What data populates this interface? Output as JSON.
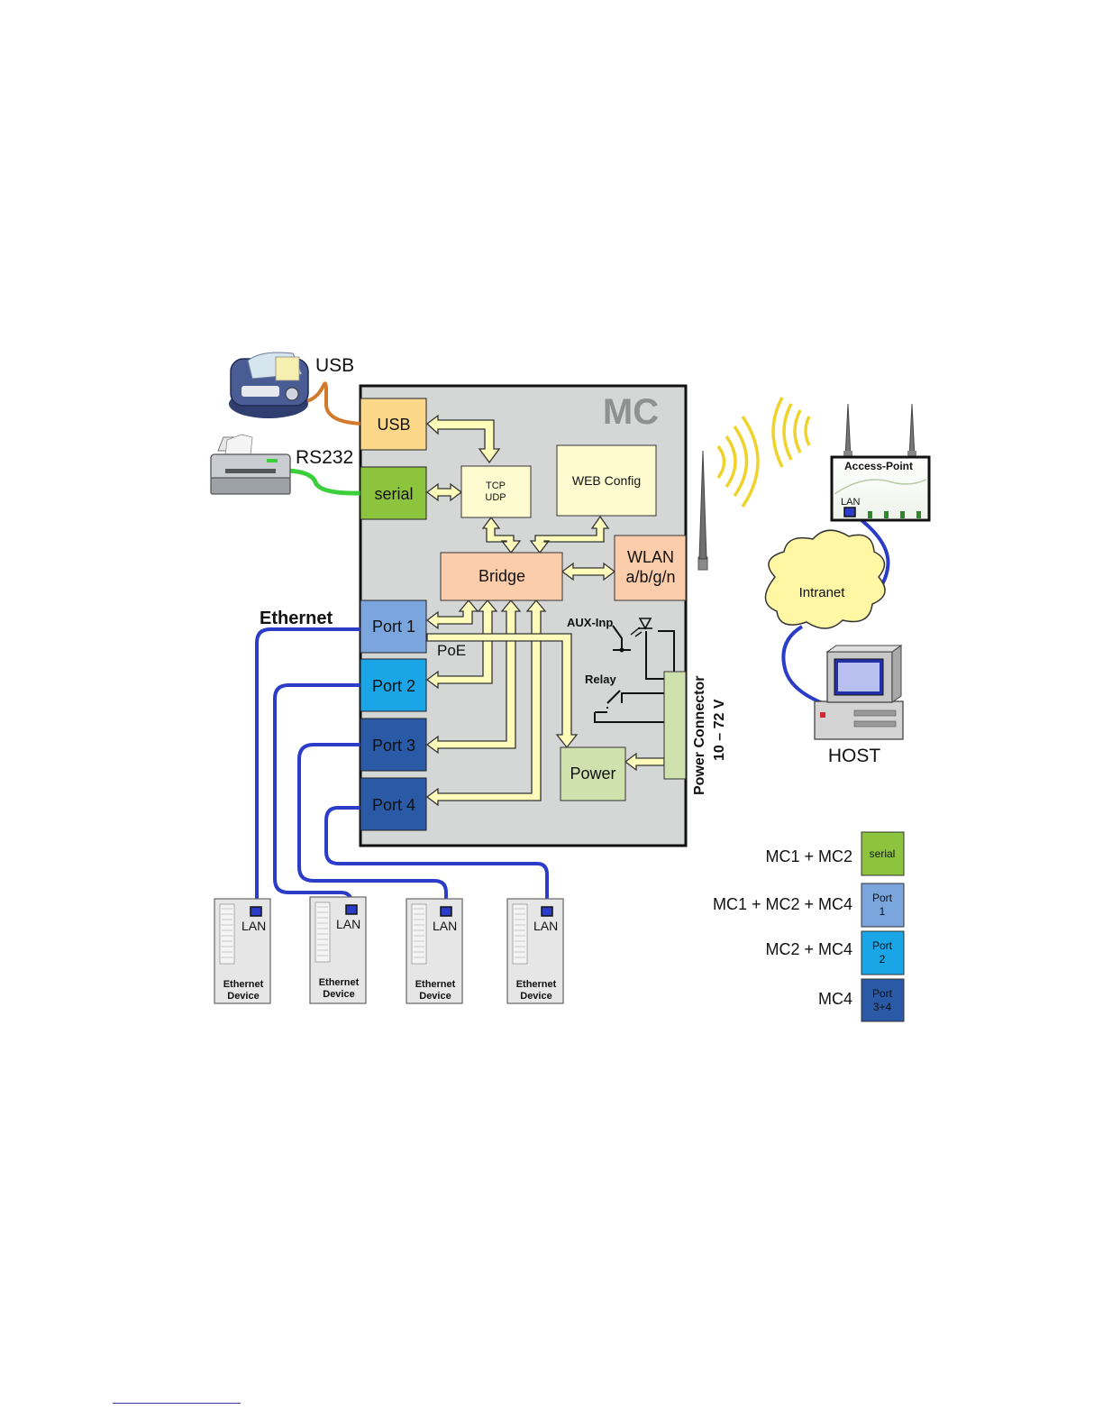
{
  "mc": {
    "title": "MC",
    "usb": "USB",
    "serial": "serial",
    "tcp_udp_line1": "TCP",
    "tcp_udp_line2": "UDP",
    "web_config": "WEB Config",
    "bridge": "Bridge",
    "wlan_line1": "WLAN",
    "wlan_line2": "a/b/g/n",
    "port1": "Port 1",
    "port2": "Port 2",
    "port3": "Port 3",
    "port4": "Port 4",
    "poe": "PoE",
    "aux_inp": "AUX-Inp",
    "relay": "Relay",
    "power": "Power",
    "power_connector_line1": "Power Connector",
    "power_connector_line2": "10 – 72 V"
  },
  "external": {
    "usb_label": "USB",
    "rs232_label": "RS232",
    "ethernet_label": "Ethernet",
    "access_point": "Access-Point",
    "ap_lan": "LAN",
    "intranet": "Intranet",
    "host": "HOST"
  },
  "devices": [
    {
      "lan": "LAN",
      "line1": "Ethernet",
      "line2": "Device"
    },
    {
      "lan": "LAN",
      "line1": "Ethernet",
      "line2": "Device"
    },
    {
      "lan": "LAN",
      "line1": "Ethernet",
      "line2": "Device"
    },
    {
      "lan": "LAN",
      "line1": "Ethernet",
      "line2": "Device"
    }
  ],
  "legend": [
    {
      "label": "MC1 + MC2",
      "box_line1": "serial",
      "box_line2": "",
      "color": "#8cc43d"
    },
    {
      "label": "MC1 + MC2 + MC4",
      "box_line1": "Port",
      "box_line2": "1",
      "color": "#7aa5dd"
    },
    {
      "label": "MC2 + MC4",
      "box_line1": "Port",
      "box_line2": "2",
      "color": "#1aa5e6"
    },
    {
      "label": "MC4",
      "box_line1": "Port",
      "box_line2": "3+4",
      "color": "#2a5aa6"
    }
  ],
  "colors": {
    "mc_bg": "#d4d7d6",
    "usb_box": "#fbd889",
    "serial_box": "#8cc43d",
    "tcp_box": "#fffbd0",
    "web_box": "#fffbd0",
    "bridge_box": "#fbcdaa",
    "wlan_box": "#fbcdaa",
    "port1_box": "#7aa5dd",
    "port2_box": "#1aa5e6",
    "port3_box": "#2a5aa6",
    "port4_box": "#2a5aa6",
    "power_box": "#cfe2ad",
    "arrow_fill": "#fffbbb",
    "ethernet_cable": "#2b3cc8",
    "usb_cable": "#d27a2c",
    "rs232_cable": "#3ccf3c",
    "wifi_waves": "#f0d32a",
    "intranet_cloud": "#fff7a3"
  }
}
